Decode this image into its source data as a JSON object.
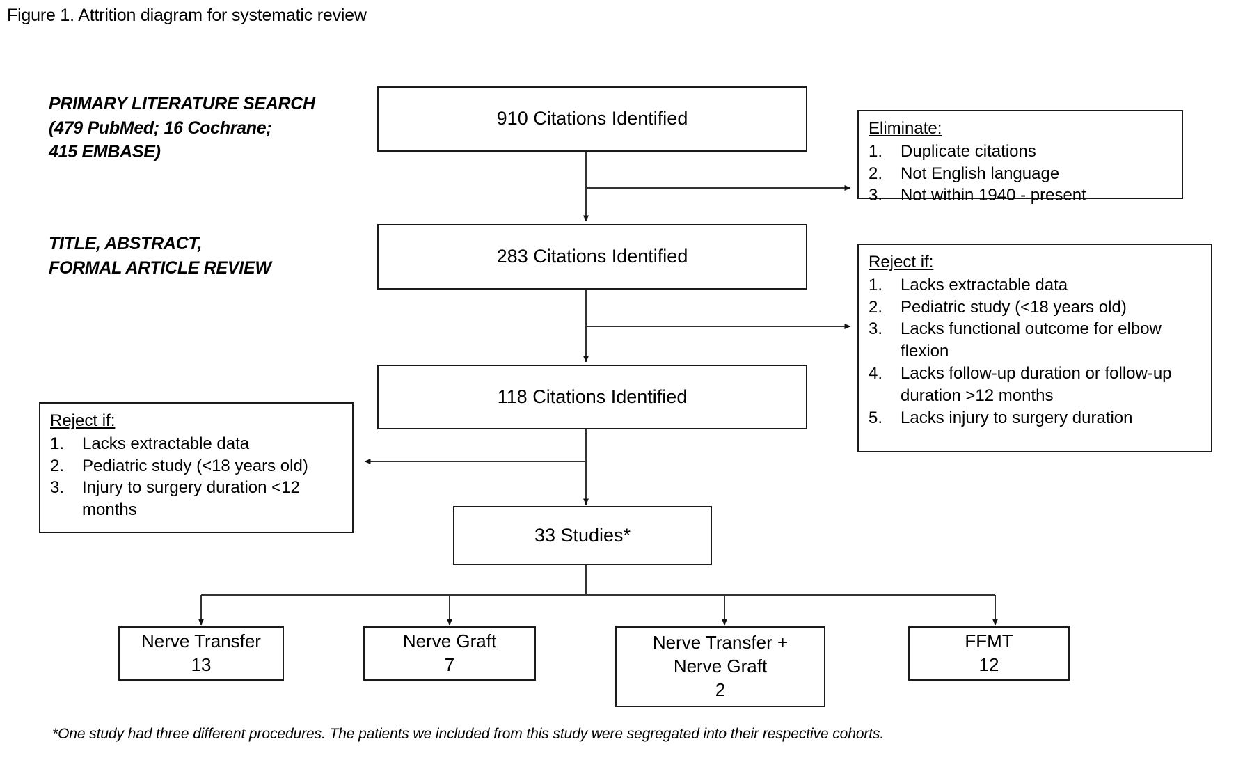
{
  "figure": {
    "caption": "Figure 1. Attrition diagram for systematic review",
    "footnote": "*One study had three different procedures. The patients we included from this study were segregated into their respective cohorts."
  },
  "stages": [
    {
      "id": "primary-literature-search",
      "line1": "PRIMARY LITERATURE SEARCH",
      "line2": "(479 PubMed; 16 Cochrane;",
      "line3": "415 EMBASE)"
    },
    {
      "id": "title-abstract-formal-article-review",
      "line1": "TITLE, ABSTRACT,",
      "line2": "FORMAL ARTICLE REVIEW"
    }
  ],
  "flow_boxes": [
    {
      "id": "citations-910",
      "label": "910 Citations Identified"
    },
    {
      "id": "citations-283",
      "label": "283 Citations Identified"
    },
    {
      "id": "citations-118",
      "label": "118 Citations Identified"
    },
    {
      "id": "studies-33",
      "label": "33 Studies*"
    }
  ],
  "exclusion_boxes": [
    {
      "id": "eliminate-box",
      "title": "Eliminate:",
      "items": [
        {
          "num": "1.",
          "text": "Duplicate citations"
        },
        {
          "num": "2.",
          "text": "Not English language"
        },
        {
          "num": "3.",
          "text": "Not within 1940 - present"
        }
      ]
    },
    {
      "id": "reject-if-right-box",
      "title": "Reject if:",
      "items": [
        {
          "num": "1.",
          "text": "Lacks extractable data"
        },
        {
          "num": "2.",
          "text": "Pediatric study (<18 years old)"
        },
        {
          "num": "3.",
          "text": "Lacks functional outcome for elbow flexion"
        },
        {
          "num": "4.",
          "text": "Lacks follow-up duration or follow-up duration >12 months"
        },
        {
          "num": "5.",
          "text": "Lacks injury to surgery duration"
        }
      ]
    },
    {
      "id": "reject-if-left-box",
      "title": "Reject if:",
      "items": [
        {
          "num": "1.",
          "text": "Lacks extractable data"
        },
        {
          "num": "2.",
          "text": "Pediatric study (<18 years old)"
        },
        {
          "num": "3.",
          "text": "Injury to surgery duration <12 months"
        }
      ]
    }
  ],
  "leaf_boxes": [
    {
      "id": "nerve-transfer",
      "line1": "Nerve Transfer",
      "line2": "",
      "count": "13"
    },
    {
      "id": "nerve-graft",
      "line1": "Nerve Graft",
      "line2": "",
      "count": "7"
    },
    {
      "id": "nerve-transfer-plus-graft",
      "line1": "Nerve Transfer +",
      "line2": "Nerve Graft",
      "count": "2"
    },
    {
      "id": "ffmt",
      "line1": "FFMT",
      "line2": "",
      "count": "12"
    }
  ],
  "colors": {
    "stroke": "#1b1b1b",
    "background": "#ffffff",
    "text": "#000000"
  }
}
